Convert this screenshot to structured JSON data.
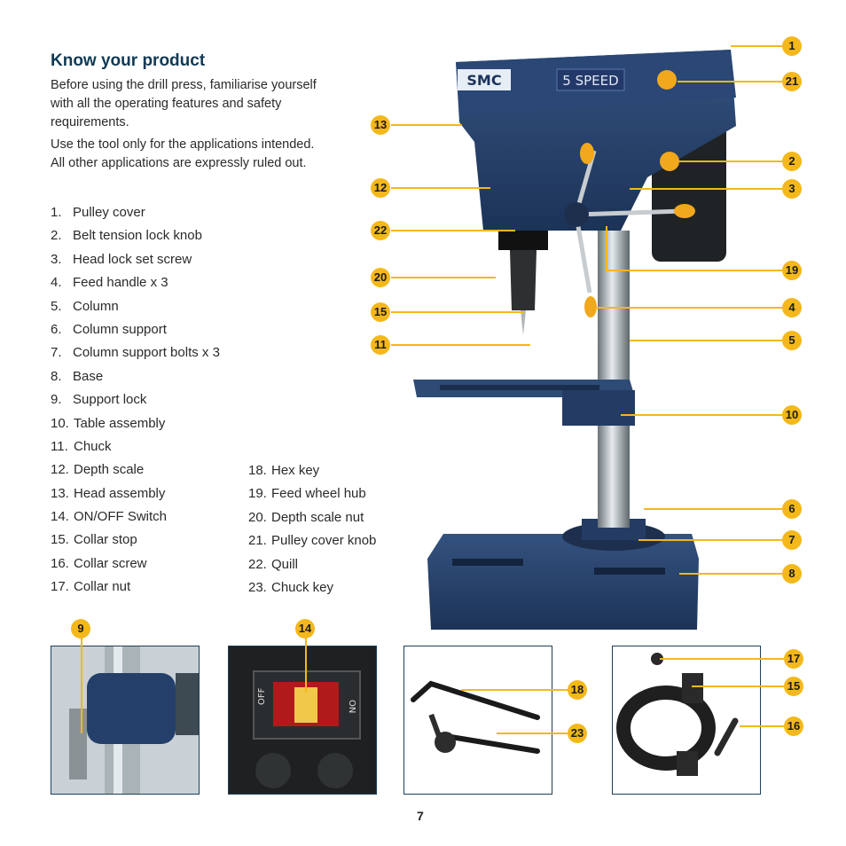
{
  "heading": "Know your product",
  "intro": [
    "Before using the drill press, familiarise yourself with all the operating features and safety requirements.",
    "Use the tool only for the applications intended. All other applications are expressly ruled out."
  ],
  "parts_col1": [
    {
      "num": "1.",
      "label": "Pulley cover"
    },
    {
      "num": "2.",
      "label": "Belt tension lock knob"
    },
    {
      "num": "3.",
      "label": "Head lock set screw"
    },
    {
      "num": "4.",
      "label": "Feed handle x 3"
    },
    {
      "num": "5.",
      "label": "Column"
    },
    {
      "num": "6.",
      "label": "Column support"
    },
    {
      "num": "7.",
      "label": "Column support bolts x 3"
    },
    {
      "num": "8.",
      "label": "Base"
    },
    {
      "num": "9.",
      "label": "Support lock"
    },
    {
      "num": "10.",
      "label": "Table assembly"
    },
    {
      "num": "11.",
      "label": "Chuck"
    },
    {
      "num": "12.",
      "label": "Depth scale"
    },
    {
      "num": "13.",
      "label": "Head assembly"
    },
    {
      "num": "14.",
      "label": "ON/OFF Switch"
    },
    {
      "num": "15.",
      "label": "Collar stop"
    },
    {
      "num": "16.",
      "label": "Collar screw"
    },
    {
      "num": "17.",
      "label": "Collar nut"
    }
  ],
  "parts_col2": [
    {
      "num": "18.",
      "label": "Hex key"
    },
    {
      "num": "19.",
      "label": "Feed wheel hub"
    },
    {
      "num": "20.",
      "label": "Depth scale nut"
    },
    {
      "num": "21.",
      "label": "Pulley cover knob"
    },
    {
      "num": "22.",
      "label": "Quill"
    },
    {
      "num": "23.",
      "label": "Chuck key"
    }
  ],
  "product": {
    "brand_logo": "SMC",
    "speed_label": "5 SPEED"
  },
  "callouts": {
    "c1": "1",
    "c21": "21",
    "c13": "13",
    "c2": "2",
    "c3": "3",
    "c12": "12",
    "c22": "22",
    "c19": "19",
    "c20": "20",
    "c4": "4",
    "c15": "15",
    "c5": "5",
    "c11": "11",
    "c10": "10",
    "c6": "6",
    "c7": "7",
    "c8": "8"
  },
  "insets": {
    "support_lock": {
      "callout": "9"
    },
    "switch": {
      "callout": "14",
      "off_label": "OFF",
      "on_label": "ON"
    },
    "keys": {
      "callout_hex": "18",
      "callout_chuck": "23"
    },
    "collar": {
      "callout_nut": "17",
      "callout_stop": "15",
      "callout_screw": "16"
    }
  },
  "page_number": "7",
  "colors": {
    "callout": "#f4b81a",
    "machine_blue": "#24406a",
    "heading": "#113a55"
  }
}
